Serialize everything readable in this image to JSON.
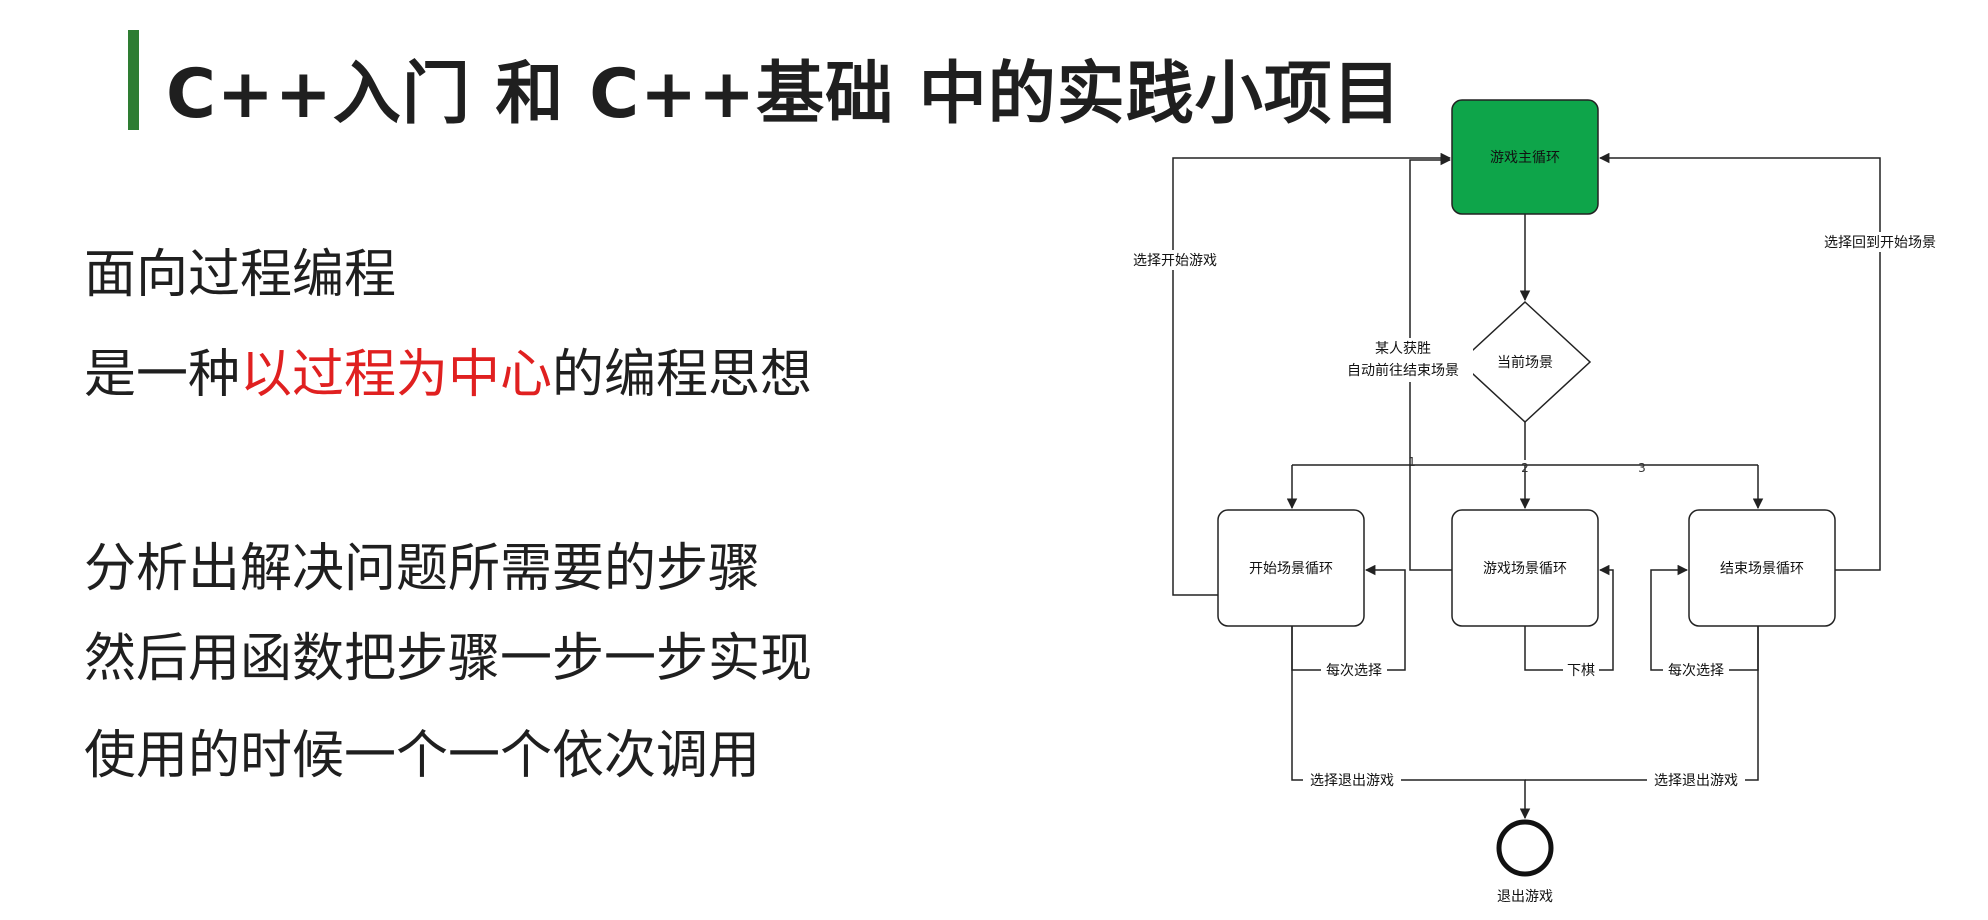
{
  "title": "C++入门 和 C++基础 中的实践小项目",
  "text": {
    "line1": "面向过程编程",
    "line2_prefix": "是一种",
    "line2_highlight": "以过程为中心",
    "line2_suffix": "的编程思想",
    "line3": "分析出解决问题所需要的步骤",
    "line4": "然后用函数把步骤一步一步实现",
    "line5": "使用的时候一个一个依次调用"
  },
  "colors": {
    "accent": "#2e7d32",
    "highlight": "#e02020",
    "main_loop_fill": "#0ea54a"
  },
  "diagram": {
    "nodes": {
      "main_loop": "游戏主循环",
      "current_scene": "当前场景",
      "start_scene": "开始场景循环",
      "game_scene": "游戏场景循环",
      "end_scene": "结束场景循环",
      "exit": "退出游戏"
    },
    "edge_labels": {
      "choose_start": "选择开始游戏",
      "back_to_start": "选择回到开始场景",
      "win_line1": "某人获胜",
      "win_line2": "自动前往结束场景",
      "branch1": "1",
      "branch2": "2",
      "branch3": "3",
      "each_choice_left": "每次选择",
      "move": "下棋",
      "each_choice_right": "每次选择",
      "exit_left": "选择退出游戏",
      "exit_right": "选择退出游戏"
    }
  }
}
